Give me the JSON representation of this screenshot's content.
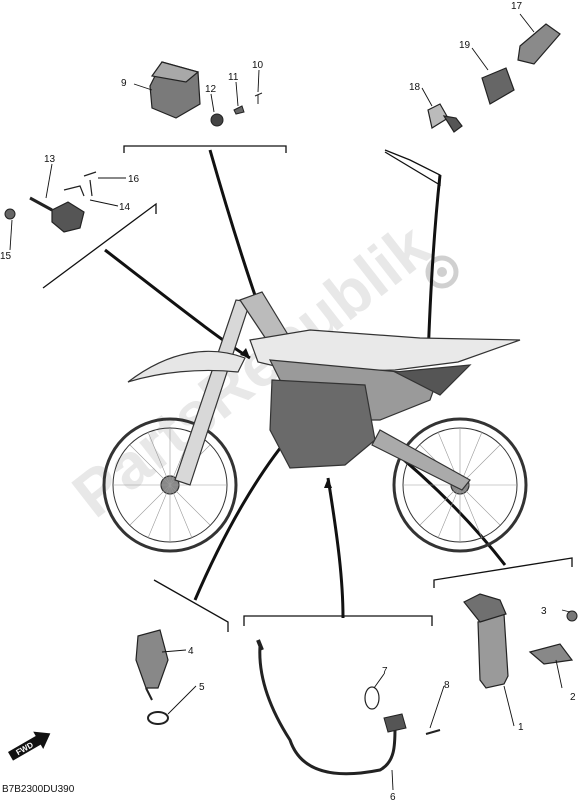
{
  "diagram": {
    "code": "B7B2300DU390",
    "watermark": "PartsRepublik",
    "forward_label": "FWD",
    "callouts": [
      {
        "id": "c1",
        "label": "1"
      },
      {
        "id": "c2",
        "label": "2"
      },
      {
        "id": "c3",
        "label": "3"
      },
      {
        "id": "c4",
        "label": "4"
      },
      {
        "id": "c5",
        "label": "5"
      },
      {
        "id": "c6",
        "label": "6"
      },
      {
        "id": "c7",
        "label": "7"
      },
      {
        "id": "c8",
        "label": "8"
      },
      {
        "id": "c9",
        "label": "9"
      },
      {
        "id": "c10",
        "label": "10"
      },
      {
        "id": "c11",
        "label": "11"
      },
      {
        "id": "c12",
        "label": "12"
      },
      {
        "id": "c13",
        "label": "13"
      },
      {
        "id": "c14",
        "label": "14"
      },
      {
        "id": "c15",
        "label": "15"
      },
      {
        "id": "c16",
        "label": "16"
      },
      {
        "id": "c17",
        "label": "17"
      },
      {
        "id": "c18",
        "label": "18"
      },
      {
        "id": "c19",
        "label": "19"
      }
    ]
  }
}
